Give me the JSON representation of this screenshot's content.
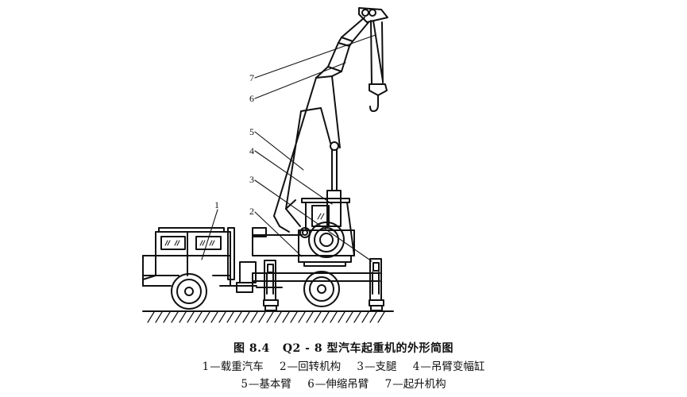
{
  "figure": {
    "number": "图 8.4",
    "title": "Q2 - 8 型汽车起重机的外形简图",
    "callouts": [
      {
        "num": "1",
        "label": "载重汽车"
      },
      {
        "num": "2",
        "label": "回转机构"
      },
      {
        "num": "3",
        "label": "支腿"
      },
      {
        "num": "4",
        "label": "吊臂变幅缸"
      },
      {
        "num": "5",
        "label": "基本臂"
      },
      {
        "num": "6",
        "label": "伸缩吊臂"
      },
      {
        "num": "7",
        "label": "起升机构"
      }
    ],
    "separator": "—",
    "stroke_color": "#111111",
    "background": "#ffffff"
  }
}
